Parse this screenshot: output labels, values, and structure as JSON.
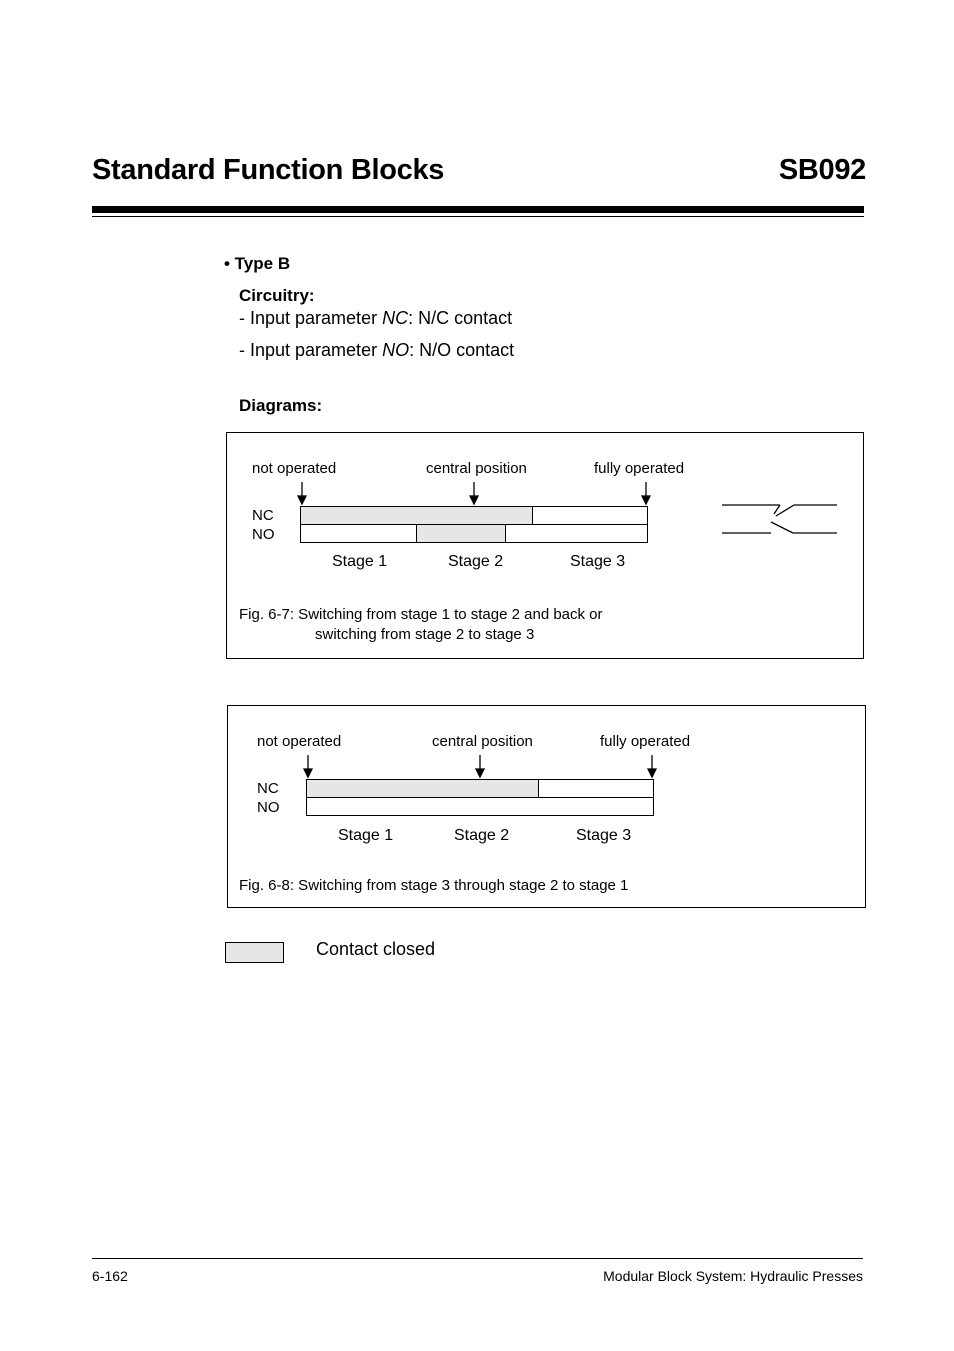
{
  "header": {
    "title": "Standard Function Blocks",
    "code": "SB092"
  },
  "section": {
    "bullet": "• Type B",
    "circuitry_label": "Circuitry:",
    "line1_prefix": "- Input parameter ",
    "line1_param": "NC",
    "line1_suffix": ": N/C contact",
    "line2_prefix": "- Input parameter ",
    "line2_param": "NO",
    "line2_suffix": ": N/O contact",
    "diagrams_label": "Diagrams:"
  },
  "fig1": {
    "label_not_operated": "not operated",
    "label_central": "central position",
    "label_fully": "fully operated",
    "row_nc": "NC",
    "row_no": "NO",
    "stage1": "Stage 1",
    "stage2": "Stage 2",
    "stage3": "Stage 3",
    "caption_line1": "Fig. 6-7: Switching from stage 1 to stage 2 and back or",
    "caption_line2": "switching from stage 2 to stage 3"
  },
  "fig2": {
    "label_not_operated": "not operated",
    "label_central": "central position",
    "label_fully": "fully operated",
    "row_nc": "NC",
    "row_no": "NO",
    "stage1": "Stage 1",
    "stage2": "Stage 2",
    "stage3": "Stage 3",
    "caption": "Fig. 6-8: Switching from stage 3 through stage 2 to stage 1"
  },
  "legend": {
    "label": "Contact closed"
  },
  "footer": {
    "page_number": "6-162",
    "doc_title": "Modular Block System: Hydraulic Presses"
  }
}
